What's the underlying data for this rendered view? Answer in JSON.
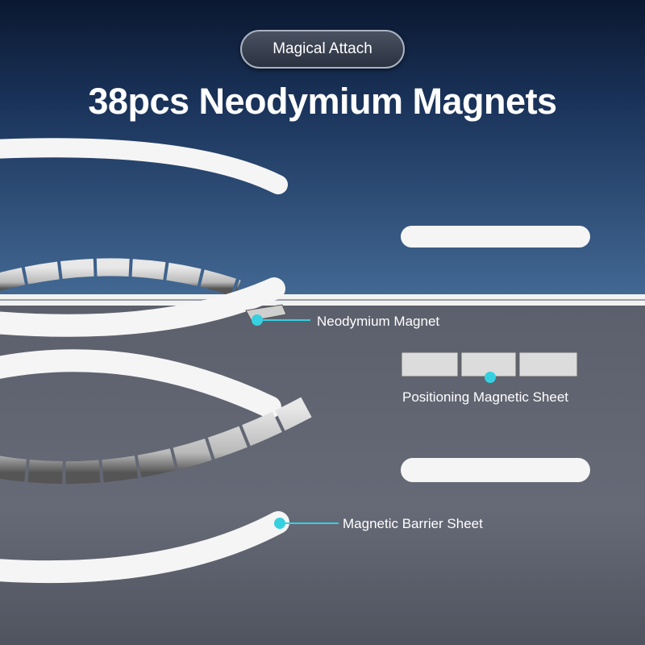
{
  "header": {
    "badge": "Magical Attach",
    "title": "38pcs Neodymium Magnets"
  },
  "callouts": [
    {
      "label": "Neodymium Magnet"
    },
    {
      "label": "Positioning Magnetic Sheet"
    },
    {
      "label": "Magnetic Barrier Sheet"
    }
  ],
  "colors": {
    "accent": "#36d0e0",
    "top_bg": "#0d1b33",
    "mid_bg": "#3f6592",
    "bottom_bg": "#5a5e6b"
  }
}
